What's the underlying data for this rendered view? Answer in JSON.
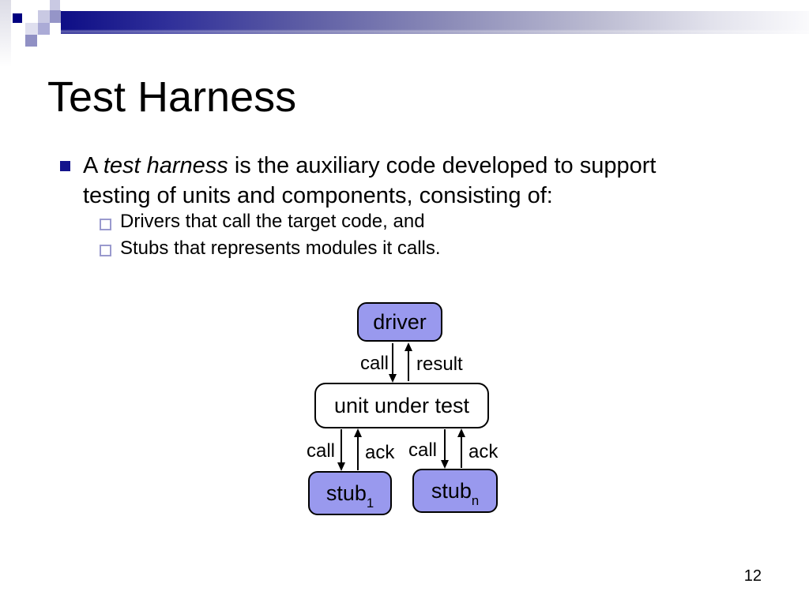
{
  "slide": {
    "title": "Test Harness",
    "page_number": "12",
    "colors": {
      "bar_navy": "#0e0e86",
      "bullet_navy": "#14148c",
      "sub_bullet_border": "#9a9ace",
      "diagram_box_fill": "#9999ee",
      "deco_square_navy": "#000080",
      "deco_square_light": "#c9c9e3",
      "deco_square_medium": "#9595c8"
    }
  },
  "bullets": {
    "main": {
      "t1": "A ",
      "t2": "test harness",
      "t3": " is the auxiliary code developed to support",
      "t4": "testing of units and components, consisting of:"
    },
    "sub": [
      "Drivers that call the target code, and",
      "Stubs that represents modules it calls."
    ]
  },
  "diagram": {
    "boxes": {
      "driver": "driver",
      "unit": "unit under test",
      "stub_base": "stub",
      "stub1_sub": "1",
      "stubn_sub": "n"
    },
    "labels": {
      "call_driver": "call",
      "result": "result",
      "call_left": "call",
      "ack_left": "ack",
      "call_right": "call",
      "ack_right": "ack"
    }
  }
}
